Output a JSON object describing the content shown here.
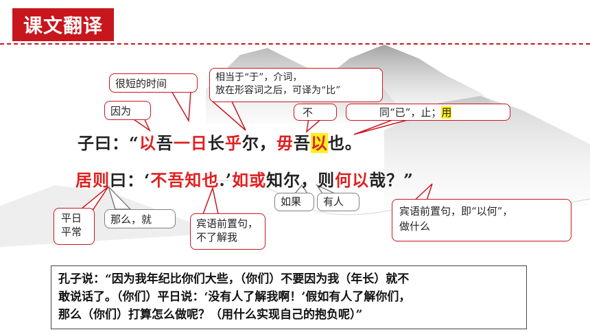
{
  "title": "课文翻译",
  "callouts": {
    "hen_duan": "很短的时间",
    "xiang_dang": "相当于“于”，介词，\n放在形容词之后，可译为“比”",
    "yin_wei": "因为",
    "bu": "不",
    "tong_yi": "同“已”，止；",
    "yong": "用",
    "ping_ri": "平日\n平常",
    "na_me": "那么，就",
    "bin_yu_1": "宾语前置句，\n不了解我",
    "ru_guo": "如果",
    "you_ren": "有人",
    "bin_yu_2": "宾语前置句，即“以何”，\n做什么"
  },
  "sentence1": {
    "a": "子曰：“",
    "b": "以",
    "c": "吾",
    "d": "一日",
    "e": "长",
    "f": "乎",
    "g": "尔，",
    "h": "毋",
    "i": "吾",
    "j": "以",
    "k": "也。"
  },
  "sentence2": {
    "a": "居则",
    "b": "曰：‘",
    "c": "不吾知也",
    "d": ".’",
    "e": "如或",
    "f": "知尔，则",
    "g": "何以",
    "h": "哉？”"
  },
  "translation": "孔子说：“因为我年纪比你们大些，（你们）不要因为我（年长）就不\n敢说话了。（你们）平日说：‘没有人了解我啊！’假如有人了解你们，\n那么（你们）打算怎么做呢？（用什么实现自己的抱负呢）”"
}
